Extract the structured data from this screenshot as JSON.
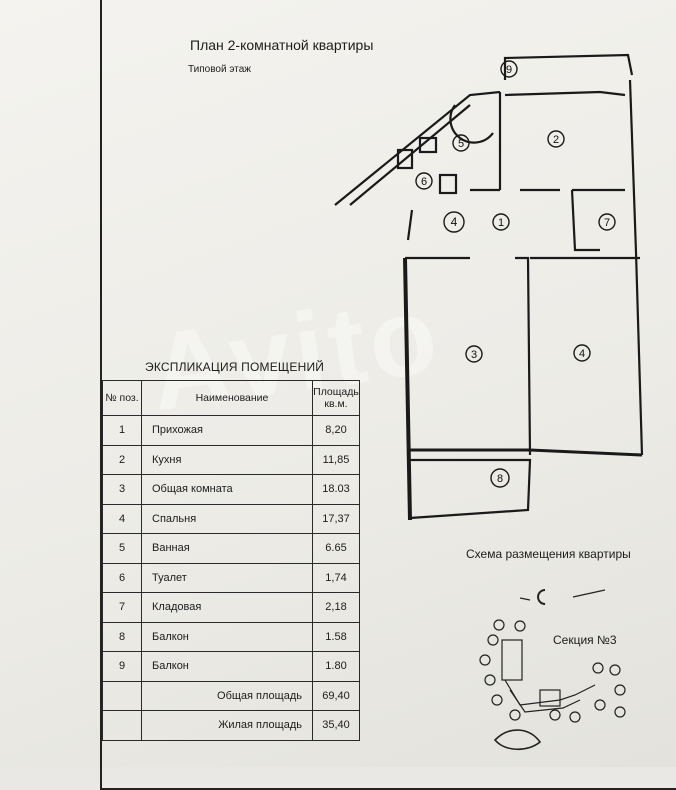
{
  "plan": {
    "title": "План 2-комнатной квартиры",
    "subtitle": "Типовой этаж",
    "markers": [
      "1",
      "2",
      "3",
      "4",
      "4",
      "5",
      "6",
      "7",
      "8",
      "9"
    ]
  },
  "explication": {
    "title": "ЭКСПЛИКАЦИЯ ПОМЕЩЕНИЙ",
    "headers": {
      "num": "№ поз.",
      "name": "Наименование",
      "area": "Площадь кв.м."
    },
    "rows": [
      {
        "num": "1",
        "name": "Прихожая",
        "area": "8,20"
      },
      {
        "num": "2",
        "name": "Кухня",
        "area": "11,85"
      },
      {
        "num": "3",
        "name": "Общая комната",
        "area": "18.03"
      },
      {
        "num": "4",
        "name": "Спальня",
        "area": "17,37"
      },
      {
        "num": "5",
        "name": "Ванная",
        "area": "6.65"
      },
      {
        "num": "6",
        "name": "Туалет",
        "area": "1,74"
      },
      {
        "num": "7",
        "name": "Кладовая",
        "area": "2,18"
      },
      {
        "num": "8",
        "name": "Балкон",
        "area": "1.58"
      },
      {
        "num": "9",
        "name": "Балкон",
        "area": "1.80"
      }
    ],
    "totals": [
      {
        "label": "Общая площадь",
        "value": "69,40"
      },
      {
        "label": "Жилая площадь",
        "value": "35,40"
      }
    ]
  },
  "scheme": {
    "title": "Схема размещения квартиры",
    "section": "Секция №3"
  },
  "watermark": "Avito"
}
